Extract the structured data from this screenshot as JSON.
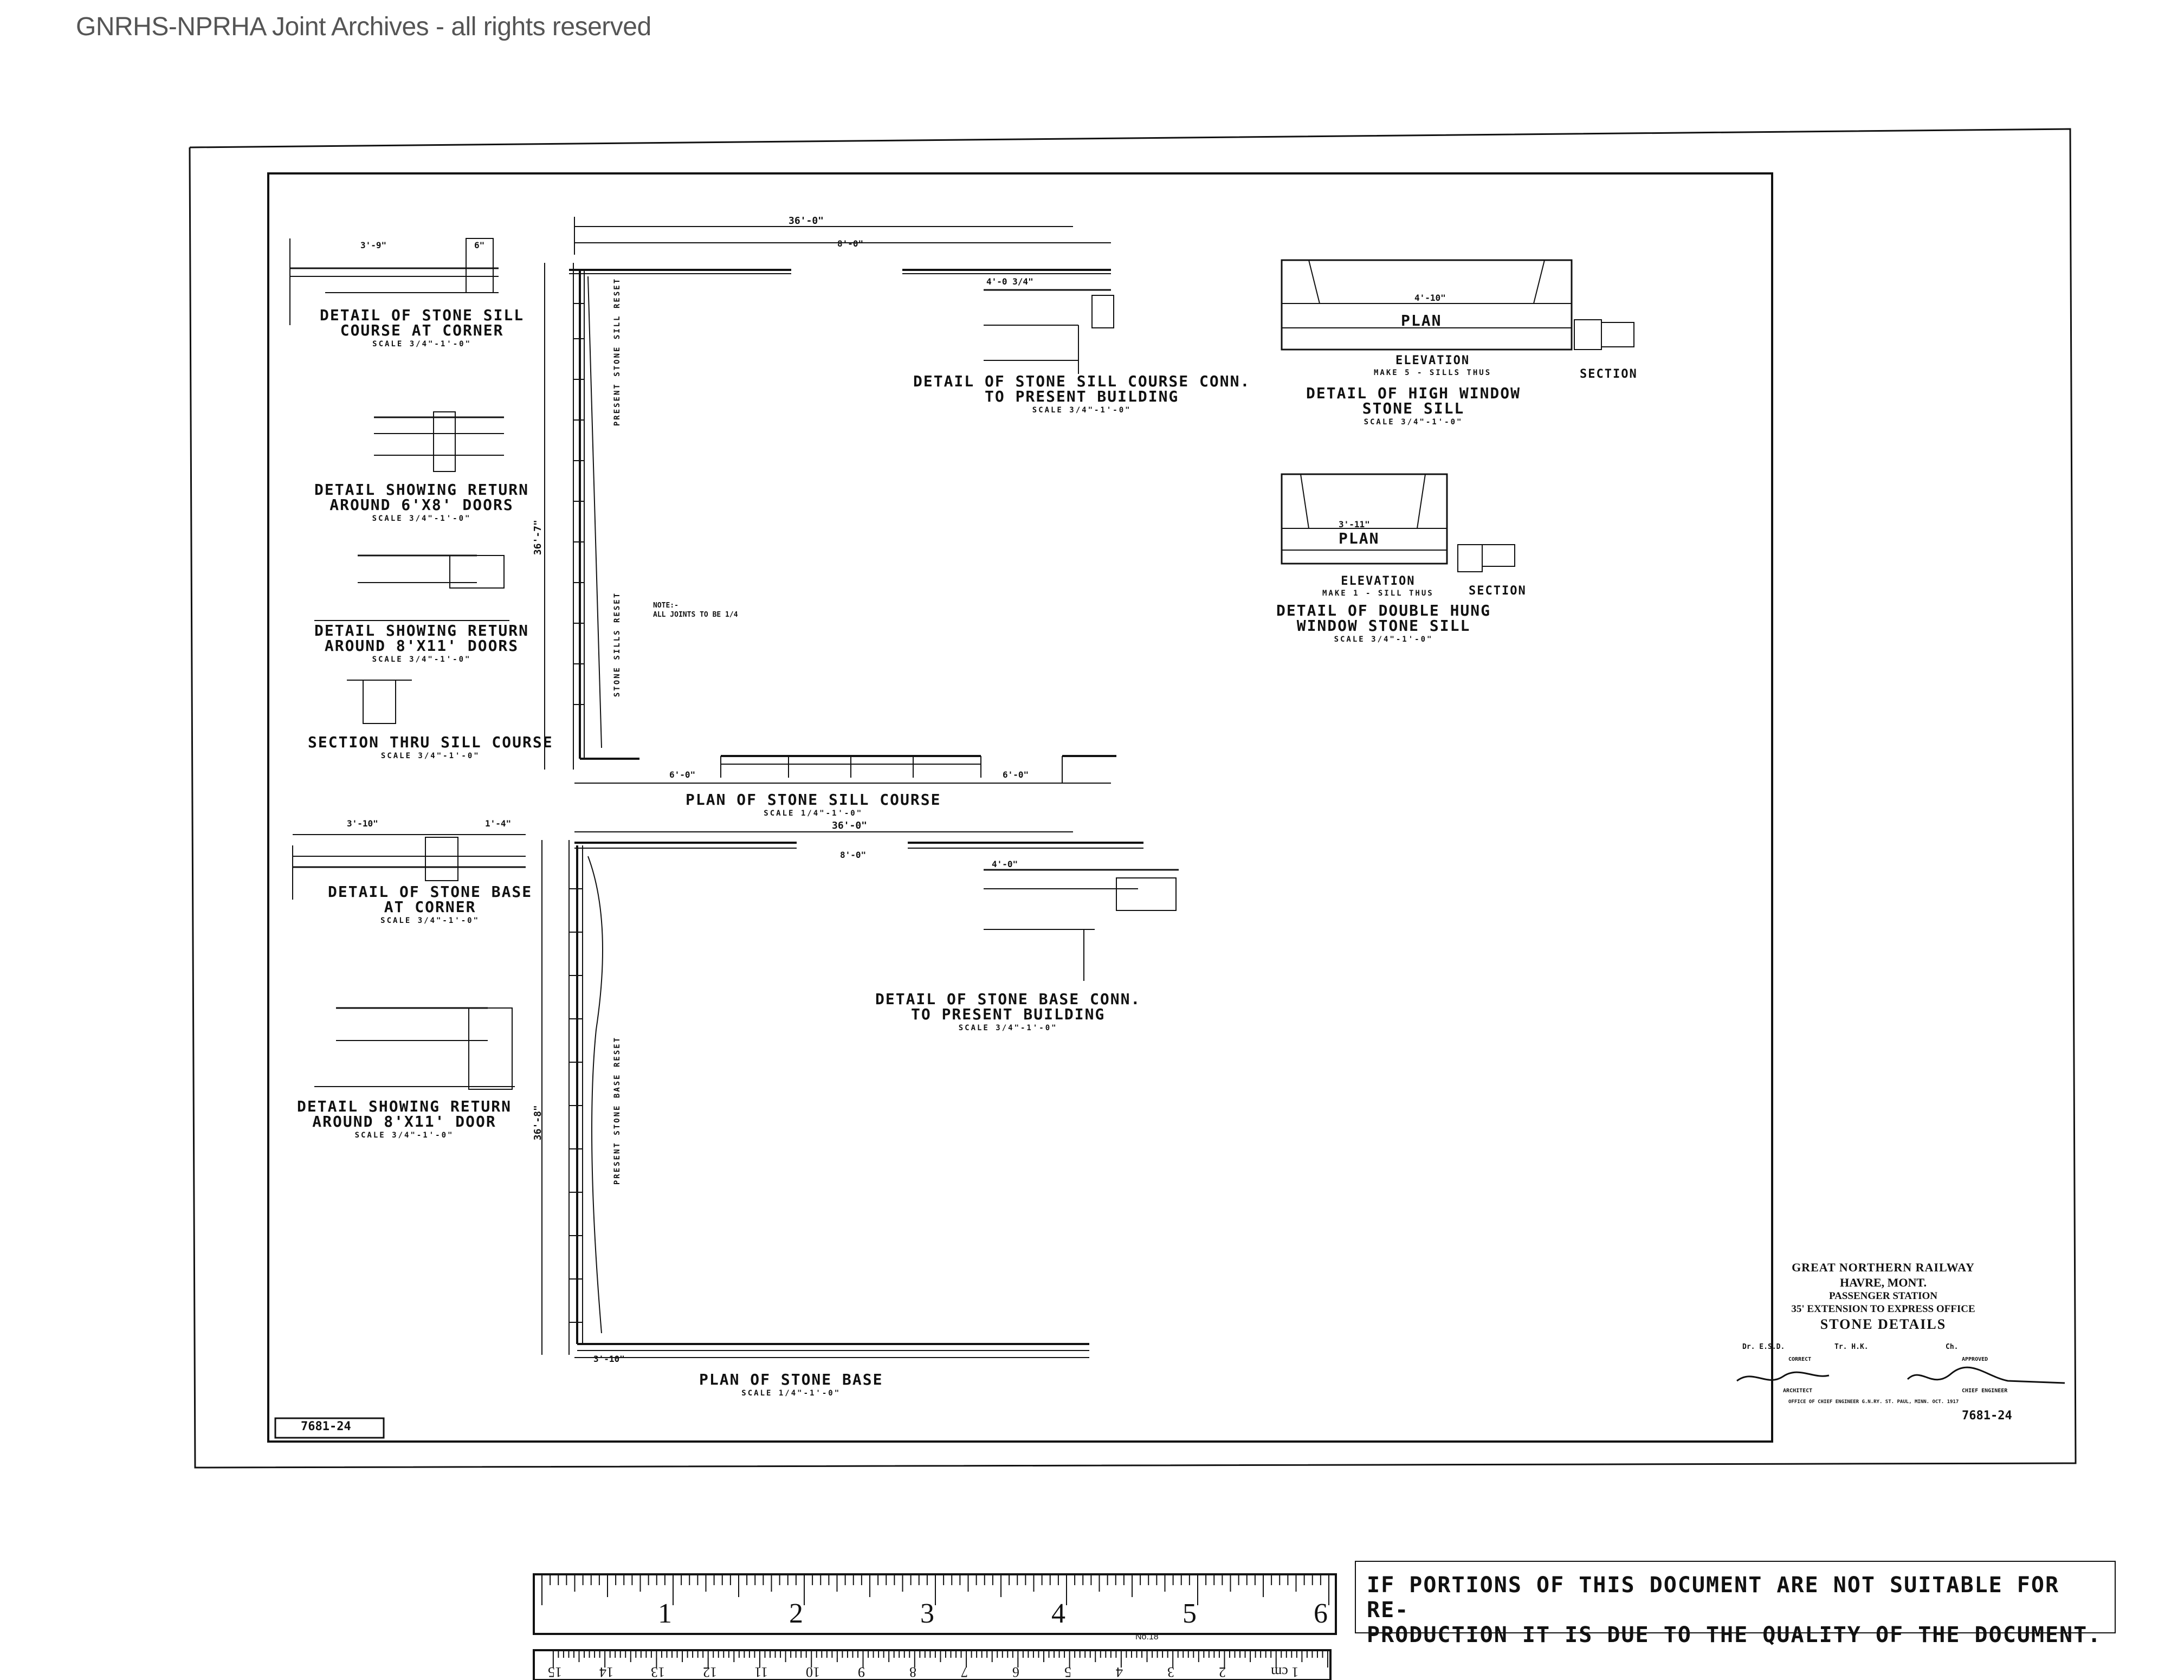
{
  "watermark": "GNRHS-NPRHA Joint Archives - all rights reserved",
  "notes": {
    "joints_l1": "NOTE:-",
    "joints_l2": "ALL JOINTS TO BE 1/4"
  },
  "details": {
    "sill_corner": {
      "l1": "DETAIL OF STONE SILL",
      "l2": "COURSE AT CORNER",
      "scale": "SCALE 3/4\"-1'-0\""
    },
    "return_6x8": {
      "l1": "DETAIL SHOWING RETURN",
      "l2": "AROUND 6'X8' DOORS",
      "scale": "SCALE 3/4\"-1'-0\""
    },
    "return_8x11": {
      "l1": "DETAIL SHOWING RETURN",
      "l2": "AROUND 8'X11' DOORS",
      "scale": "SCALE 3/4\"-1'-0\""
    },
    "section_sill": {
      "l1": "SECTION THRU SILL COURSE",
      "scale": "SCALE 3/4\"-1'-0\""
    },
    "sill_conn": {
      "l1": "DETAIL OF STONE SILL COURSE CONN.",
      "l2": "TO PRESENT BUILDING",
      "scale": "SCALE 3/4\"-1'-0\""
    },
    "high_window": {
      "l1": "DETAIL OF HIGH WINDOW",
      "l2": "STONE SILL",
      "scale": "SCALE 3/4\"-1'-0\""
    },
    "double_hung": {
      "l1": "DETAIL OF DOUBLE HUNG",
      "l2": "WINDOW STONE SILL",
      "scale": "SCALE 3/4\"-1'-0\""
    },
    "plan_sill": {
      "l1": "PLAN OF STONE SILL COURSE",
      "scale": "SCALE 1/4\"-1'-0\""
    },
    "base_corner": {
      "l1": "DETAIL OF STONE BASE",
      "l2": "AT CORNER",
      "scale": "SCALE 3/4\"-1'-0\""
    },
    "base_conn": {
      "l1": "DETAIL OF STONE BASE CONN.",
      "l2": "TO PRESENT BUILDING",
      "scale": "SCALE 3/4\"-1'-0\""
    },
    "return_8x11_door": {
      "l1": "DETAIL SHOWING RETURN",
      "l2": "AROUND 8'X11' DOOR",
      "scale": "SCALE 3/4\"-1'-0\""
    },
    "plan_base": {
      "l1": "PLAN OF STONE BASE",
      "scale": "SCALE 1/4\"-1'-0\""
    }
  },
  "view_labels": {
    "plan": "PLAN",
    "elevation": "ELEVATION",
    "section": "SECTION",
    "make_5": "MAKE 5 - SILLS THUS",
    "make_1": "MAKE 1 - SILL THUS",
    "present_sill": "PRESENT STONE SILL RESET",
    "stone_sills_reset": "STONE SILLS RESET",
    "present_base": "PRESENT STONE BASE RESET"
  },
  "dimensions": {
    "overall_36": "36'-0\"",
    "overall_36_7": "36'-7\"",
    "overall_36_8": "36'-8\"",
    "six_ft": "6'-0\"",
    "eight_ft": "8'-0\"",
    "four_ft": "4'-0\"",
    "four_ft_9": "4'-0 3/4\"",
    "three_ft_10": "3'-10\"",
    "three_ft_9": "3'-9\"",
    "one_ft_4": "1'-4\"",
    "four_ft_10": "4'-10\"",
    "three_ft_11": "3'-11\"",
    "six_in": "6\""
  },
  "title_block": {
    "railway": "GREAT NORTHERN RAILWAY",
    "location": "HAVRE, MONT.",
    "building": "PASSENGER STATION",
    "project": "35' EXTENSION TO EXPRESS OFFICE",
    "title": "STONE DETAILS",
    "drawn": "Dr. E.S.D.",
    "traced": "Tr. H.K.",
    "ch": "Ch.",
    "correct": "CORRECT",
    "approved": "APPROVED",
    "architect": "ARCHITECT",
    "chief_engineer": "CHIEF ENGINEER",
    "office": "OFFICE OF CHIEF ENGINEER G.N.RY. ST. PAUL, MINN. OCT. 1917",
    "sheet_no": "7681-24"
  },
  "sheet_no_left": "7681-24",
  "ruler": {
    "inch_labels": [
      "1",
      "2",
      "3",
      "4",
      "5",
      "6"
    ],
    "cm_labels": [
      "1 cm",
      "2",
      "3",
      "4",
      "5",
      "6",
      "7",
      "8",
      "9",
      "10",
      "11",
      "12",
      "13",
      "14",
      "15"
    ],
    "maker": "No.18"
  },
  "notice": {
    "l1": "IF PORTIONS OF THIS DOCUMENT ARE NOT SUITABLE FOR RE-",
    "l2": "PRODUCTION IT IS DUE TO THE QUALITY OF THE DOCUMENT."
  }
}
